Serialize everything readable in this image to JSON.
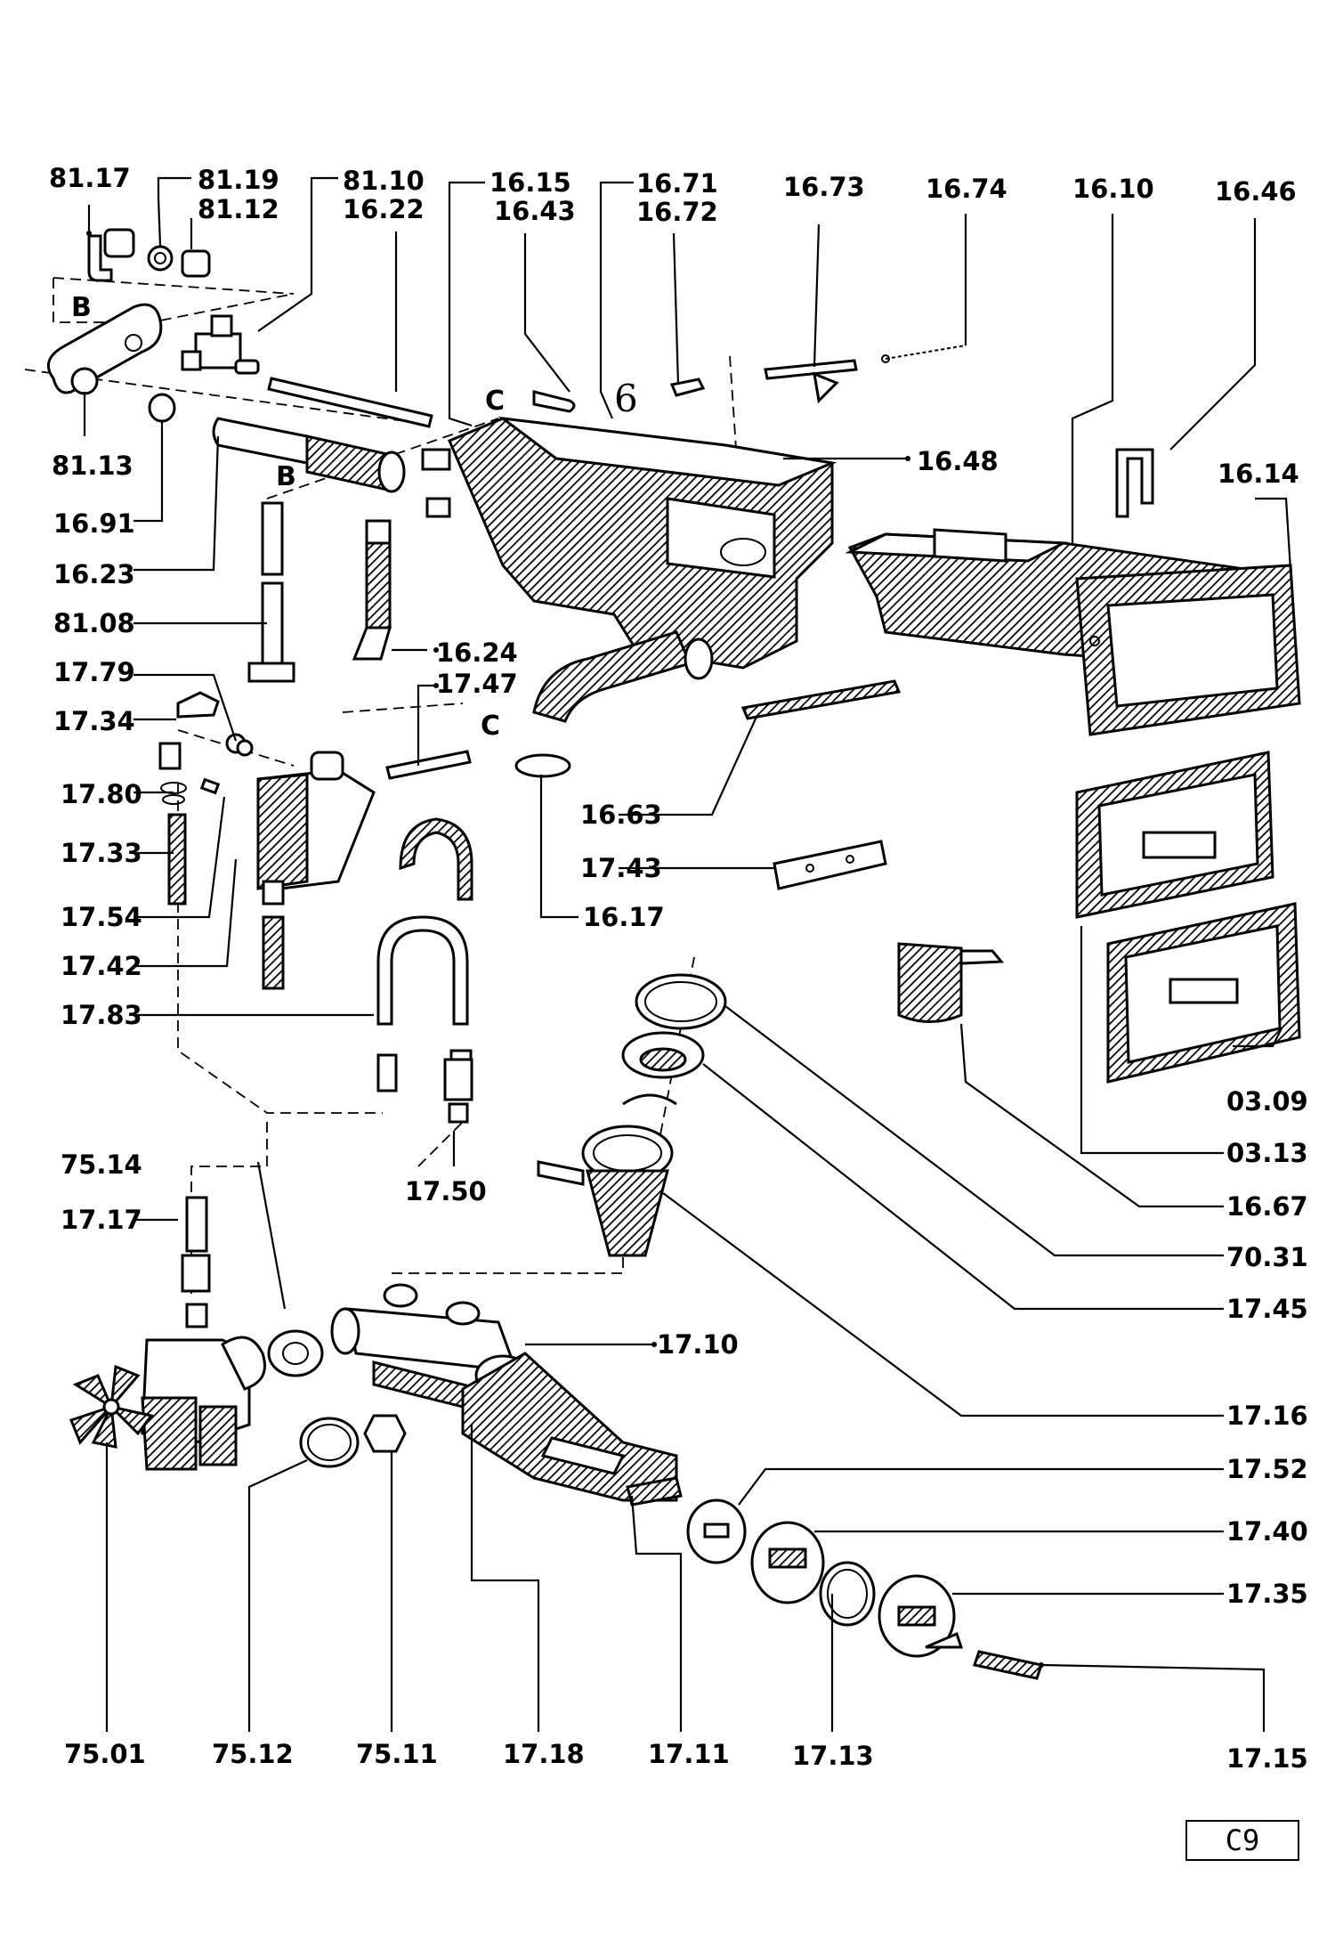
{
  "page_id": "C9",
  "connectors": {
    "b": "B",
    "c": "C"
  },
  "parts": {
    "p8117": "81.17",
    "p8119": "81.19",
    "p8112": "81.12",
    "p8110": "81.10",
    "p1622": "16.22",
    "p1615": "16.15",
    "p1643": "16.43",
    "p1671": "16.71",
    "p1672": "16.72",
    "p1673": "16.73",
    "p1674": "16.74",
    "p1610": "16.10",
    "p1646": "16.46",
    "p8113": "81.13",
    "p1691": "16.91",
    "p1623": "16.23",
    "p8108": "81.08",
    "p1648": "16.48",
    "p1614": "16.14",
    "p1624": "16.24",
    "p1747": "17.47",
    "p1779": "17.79",
    "p1734": "17.34",
    "p1780": "17.80",
    "p1733": "17.33",
    "p1754": "17.54",
    "p1742": "17.42",
    "p1783": "17.83",
    "p1663": "16.63",
    "p1743": "17.43",
    "p1617": "16.17",
    "p0309": "03.09",
    "p0313": "03.13",
    "p1667": "16.67",
    "p7031": "70.31",
    "p1745": "17.45",
    "p1750": "17.50",
    "p7514": "75.14",
    "p1717": "17.17",
    "p1710": "17.10",
    "p1716": "17.16",
    "p1752": "17.52",
    "p1740": "17.40",
    "p1735": "17.35",
    "p1715": "17.15",
    "p7501": "75.01",
    "p7512": "75.12",
    "p7511": "75.11",
    "p1718": "17.18",
    "p1711": "17.11",
    "p1713": "17.13"
  }
}
